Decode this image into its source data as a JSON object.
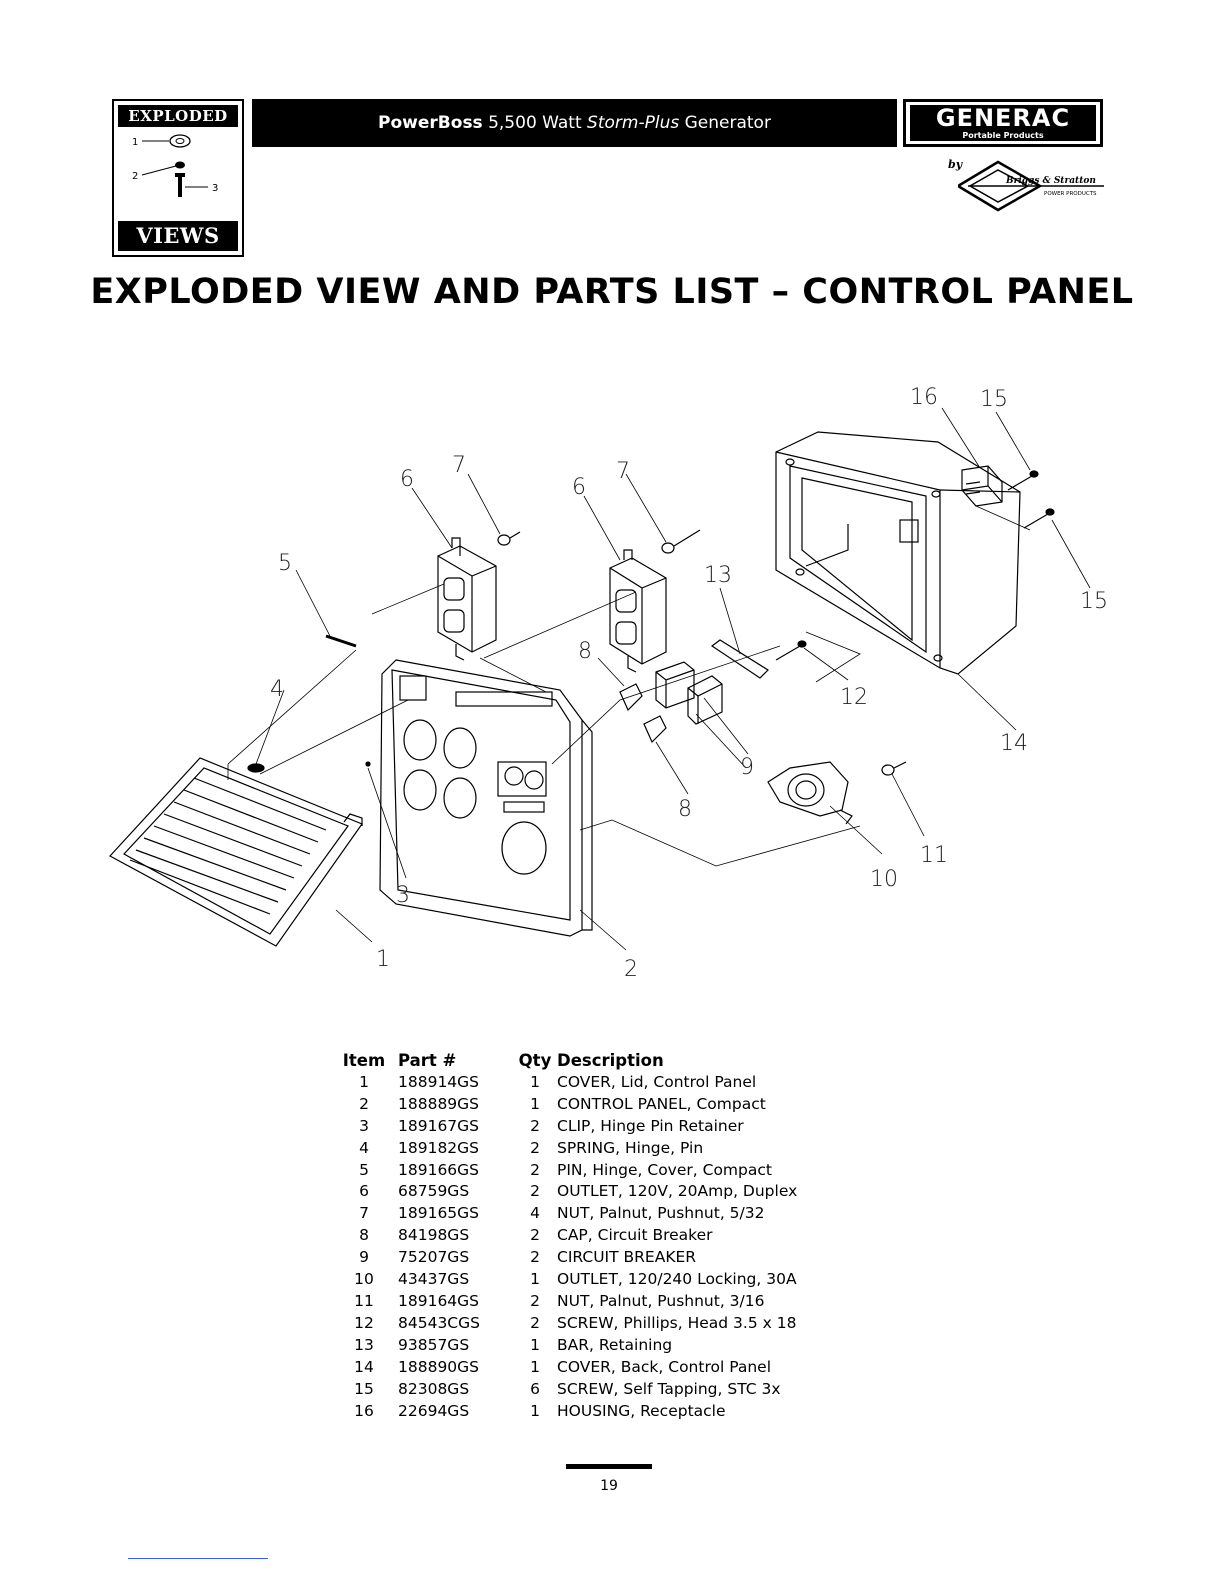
{
  "badge": {
    "top": "EXPLODED",
    "bottom": "VIEWS",
    "labels": [
      "1",
      "2",
      "3"
    ]
  },
  "header": {
    "prefix": "PowerBoss",
    "rating": " 5,500 Watt ",
    "model": "Storm-Plus",
    "suffix": " Generator"
  },
  "brand": {
    "name": "GENERAC",
    "sub": "Portable Products",
    "by": "by",
    "partner": "Briggs & Stratton",
    "partner_sub": "POWER PRODUCTS"
  },
  "page_title": "EXPLODED VIEW AND PARTS LIST – CONTROL PANEL",
  "callouts": [
    "16",
    "15",
    "15",
    "7",
    "6",
    "6",
    "7",
    "5",
    "13",
    "8",
    "4",
    "12",
    "14",
    "9",
    "8",
    "3",
    "11",
    "10",
    "1",
    "2"
  ],
  "table": {
    "headers": {
      "item": "Item",
      "part": "Part #",
      "qty": "Qty",
      "desc": "Description"
    },
    "rows": [
      {
        "item": "1",
        "part": "188914GS",
        "qty": "1",
        "desc": "COVER, Lid, Control Panel"
      },
      {
        "item": "2",
        "part": "188889GS",
        "qty": "1",
        "desc": "CONTROL PANEL, Compact"
      },
      {
        "item": "3",
        "part": "189167GS",
        "qty": "2",
        "desc": "CLIP, Hinge Pin Retainer"
      },
      {
        "item": "4",
        "part": "189182GS",
        "qty": "2",
        "desc": "SPRING, Hinge, Pin"
      },
      {
        "item": "5",
        "part": "189166GS",
        "qty": "2",
        "desc": "PIN, Hinge, Cover, Compact"
      },
      {
        "item": "6",
        "part": "68759GS",
        "qty": "2",
        "desc": "OUTLET, 120V, 20Amp, Duplex"
      },
      {
        "item": "7",
        "part": "189165GS",
        "qty": "4",
        "desc": "NUT, Palnut, Pushnut, 5/32"
      },
      {
        "item": "8",
        "part": "84198GS",
        "qty": "2",
        "desc": "CAP, Circuit Breaker"
      },
      {
        "item": "9",
        "part": "75207GS",
        "qty": "2",
        "desc": "CIRCUIT BREAKER"
      },
      {
        "item": "10",
        "part": "43437GS",
        "qty": "1",
        "desc": "OUTLET, 120/240 Locking, 30A"
      },
      {
        "item": "11",
        "part": "189164GS",
        "qty": "2",
        "desc": "NUT, Palnut, Pushnut, 3/16"
      },
      {
        "item": "12",
        "part": "84543CGS",
        "qty": "2",
        "desc": "SCREW, Phillips, Head 3.5 x 18"
      },
      {
        "item": "13",
        "part": "93857GS",
        "qty": "1",
        "desc": "BAR, Retaining"
      },
      {
        "item": "14",
        "part": "188890GS",
        "qty": "1",
        "desc": "COVER, Back, Control Panel"
      },
      {
        "item": "15",
        "part": "82308GS",
        "qty": "6",
        "desc": "SCREW, Self Tapping, STC 3x"
      },
      {
        "item": "16",
        "part": "22694GS",
        "qty": "1",
        "desc": "HOUSING, Receptacle"
      }
    ]
  },
  "page_number": "19"
}
